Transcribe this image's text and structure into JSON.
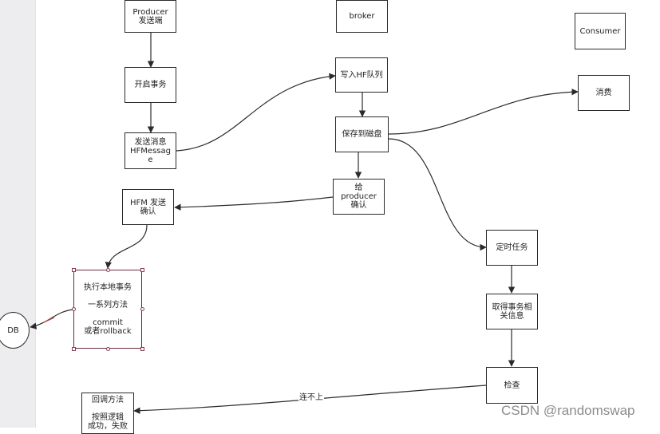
{
  "nodes": {
    "producer": [
      "Producer",
      "发送端"
    ],
    "broker": [
      "broker"
    ],
    "consumer": [
      "Consumer"
    ],
    "open_tx": [
      "开启事务"
    ],
    "send_msg": [
      "发送消息",
      "HFMessag",
      "e"
    ],
    "write_queue": [
      "写入HF队列"
    ],
    "consume": [
      "消费"
    ],
    "save_disk": [
      "保存到磁盘"
    ],
    "hfm_ack": [
      "HFM 发送",
      "确认"
    ],
    "give_ack": [
      "给",
      "producer",
      "确认"
    ],
    "local_tx": [
      "执行本地事务",
      "",
      "一系列方法",
      "",
      "commit",
      "或者rollback"
    ],
    "timer": [
      "定时任务"
    ],
    "get_tx_info": [
      "取得事务相",
      "关信息"
    ],
    "db": [
      "DB"
    ],
    "check": [
      "检查"
    ],
    "callback": [
      "回调方法",
      "",
      "按照逻辑",
      "成功，失败"
    ]
  },
  "edge_labels": {
    "check_to_callback": "连不上"
  },
  "watermark": "CSDN @randomswap"
}
